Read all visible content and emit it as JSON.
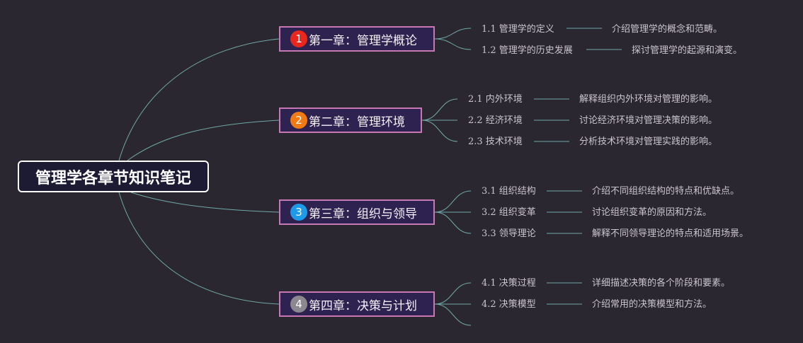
{
  "root": {
    "title": "管理学各章节知识笔记"
  },
  "chapters": [
    {
      "num": "1",
      "title": "第一章：管理学概论",
      "badge_color": "#e8281e",
      "sections": [
        {
          "label": "1.1 管理学的定义",
          "desc": "介绍管理学的概念和范畴。"
        },
        {
          "label": "1.2 管理学的历史发展",
          "desc": "探讨管理学的起源和演变。"
        }
      ]
    },
    {
      "num": "2",
      "title": "第二章：管理环境",
      "badge_color": "#f07b14",
      "sections": [
        {
          "label": "2.1 内外环境",
          "desc": "解释组织内外环境对管理的影响。"
        },
        {
          "label": "2.2 经济环境",
          "desc": "讨论经济环境对管理决策的影响。"
        },
        {
          "label": "2.3 技术环境",
          "desc": "分析技术环境对管理实践的影响。"
        }
      ]
    },
    {
      "num": "3",
      "title": "第三章：组织与领导",
      "badge_color": "#1e9be8",
      "sections": [
        {
          "label": "3.1 组织结构",
          "desc": "介绍不同组织结构的特点和优缺点。"
        },
        {
          "label": "3.2 组织变革",
          "desc": "讨论组织变革的原因和方法。"
        },
        {
          "label": "3.3 领导理论",
          "desc": "解释不同领导理论的特点和适用场景。"
        }
      ]
    },
    {
      "num": "4",
      "title": "第四章：决策与计划",
      "badge_color": "#8c8890",
      "sections": [
        {
          "label": "4.1 决策过程",
          "desc": "详细描述决策的各个阶段和要素。"
        },
        {
          "label": "4.2 决策模型",
          "desc": "介绍常用的决策模型和方法。"
        }
      ]
    }
  ],
  "colors": {
    "link": "#6fa8a8",
    "chapter_border": "#c778b3",
    "root_border": "#ffffff"
  }
}
